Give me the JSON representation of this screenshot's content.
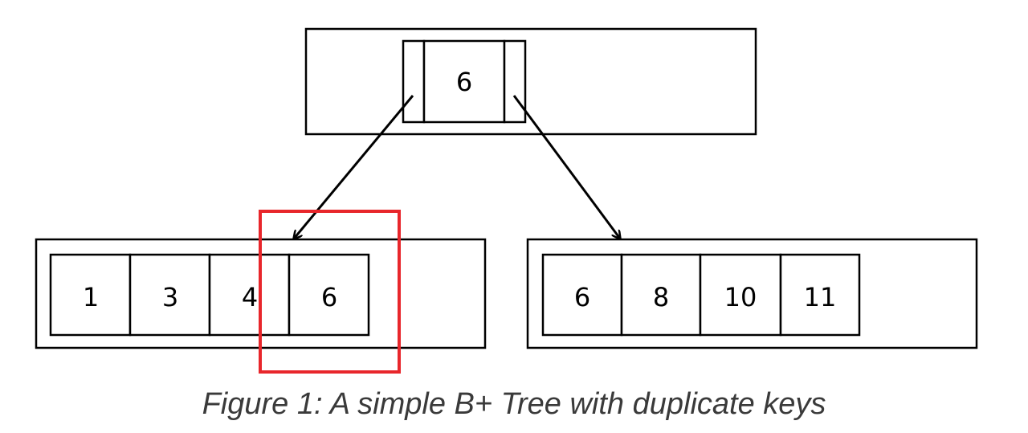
{
  "caption": "Figure 1: A simple B+ Tree with duplicate keys",
  "tree": {
    "root": {
      "keys": [
        "6"
      ]
    },
    "leaves": [
      {
        "keys": [
          "1",
          "3",
          "4",
          "6"
        ]
      },
      {
        "keys": [
          "6",
          "8",
          "10",
          "11"
        ]
      }
    ]
  },
  "colors": {
    "highlight": "#e8262b",
    "line": "#000000",
    "caption": "#3a3a3a"
  }
}
